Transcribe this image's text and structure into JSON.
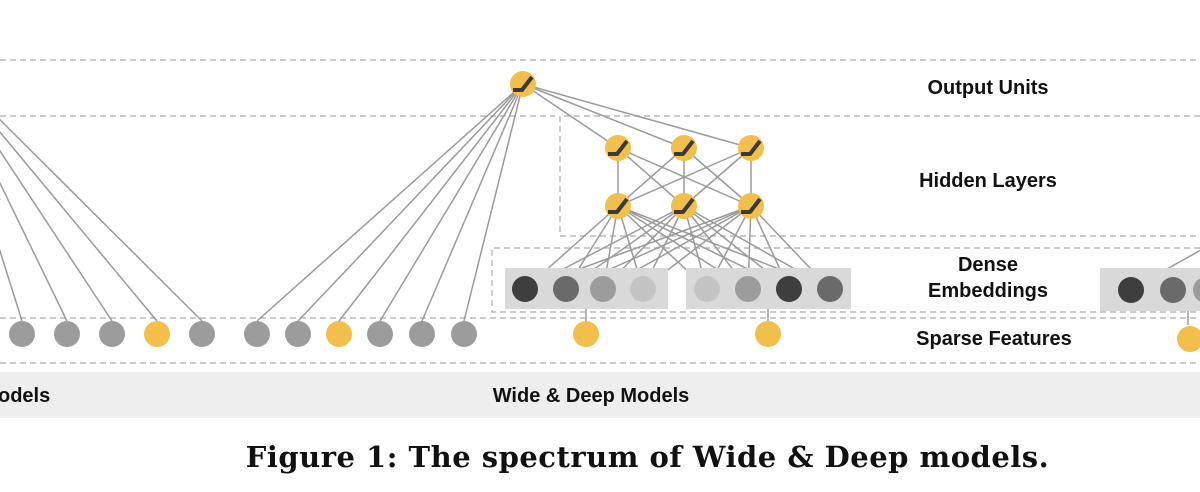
{
  "diagram": {
    "layers": {
      "output_units": "Output Units",
      "hidden_layers": "Hidden Layers",
      "dense_embeddings_line1": "Dense",
      "dense_embeddings_line2": "Embeddings",
      "sparse_features": "Sparse Features"
    },
    "models": {
      "left_partial": "odels",
      "center": "Wide & Deep Models"
    },
    "colors": {
      "yellow": "#f2c04a",
      "light_gray": "#c4c4c4",
      "mid_gray": "#9c9c9c",
      "dark_gray": "#6a6a6a",
      "darkest": "#3e3e3e",
      "edge": "#9a9a9a",
      "band": "#eeeeee",
      "embedding_box": "#d9d9d9"
    },
    "node_types": {
      "sparse_feature": "circle",
      "output_unit": "circle-with-activation-icon",
      "hidden_unit": "circle-with-activation-icon",
      "embedding": "circle"
    }
  },
  "caption": "Figure 1: The spectrum of Wide & Deep models."
}
